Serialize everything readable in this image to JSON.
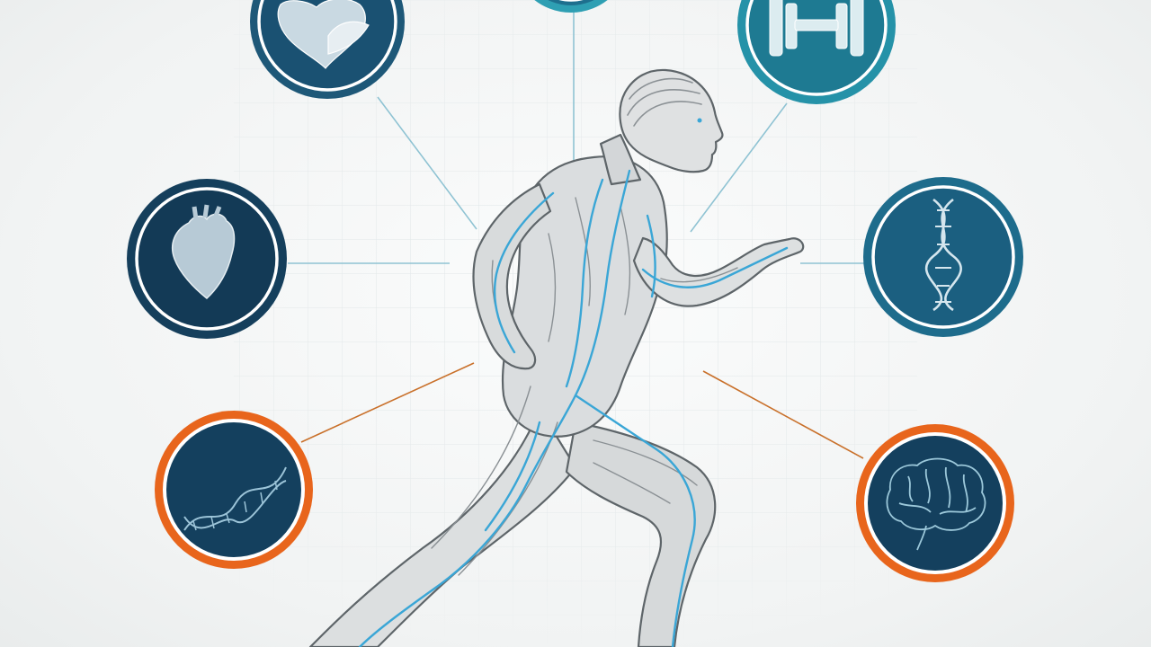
{
  "colors": {
    "background": "#f1f3f3",
    "grid": "#d9e0e2",
    "circle_fill_dark": "#13405e",
    "circle_fill_teal": "#1e6f8e",
    "circle_ring_teal": "#2e9fb3",
    "circle_ring_accent": "#e8651c",
    "connector_blue": "#8fc3d3",
    "connector_orange": "#c9702a",
    "figure_fill": "#d9dcdd",
    "figure_outline": "#5e6569",
    "vessel_blue": "#3aa6d6"
  },
  "nodes": [
    {
      "id": "top-left",
      "icon": "heart-anatomy-icon",
      "ring": "dark"
    },
    {
      "id": "top-center",
      "icon": "partial-icon",
      "ring": "teal"
    },
    {
      "id": "top-right",
      "icon": "dumbbell-icon",
      "ring": "teal"
    },
    {
      "id": "left",
      "icon": "heart-icon",
      "ring": "dark"
    },
    {
      "id": "right",
      "icon": "dna-icon",
      "ring": "teal"
    },
    {
      "id": "bottom-left",
      "icon": "dna-strand-icon",
      "ring": "accent"
    },
    {
      "id": "bottom-right",
      "icon": "brain-icon",
      "ring": "accent"
    }
  ],
  "figure": {
    "icon": "running-human-anatomy-icon"
  }
}
